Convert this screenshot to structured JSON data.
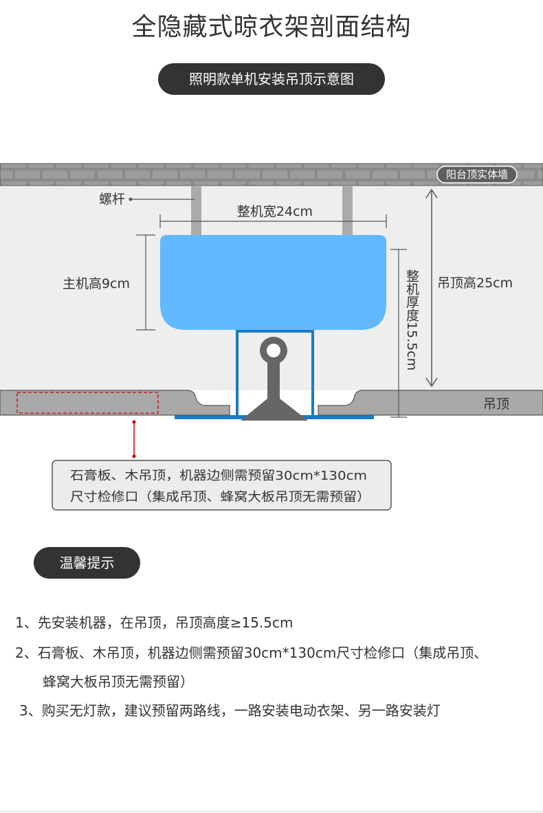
{
  "page": {
    "title": "全隐藏式晾衣架剖面结构",
    "subtitle": "照明款单机安装吊顶示意图"
  },
  "diagram": {
    "wall_label": "阳台顶实体墙",
    "screw_label": "螺杆",
    "width_label": "整机宽24cm",
    "height_label": "主机高9cm",
    "thickness_label": "整机厚度15.5cm",
    "ceiling_height_label": "吊顶高25cm",
    "ceiling_label": "吊顶",
    "callout_line1": "石膏板、木吊顶，机器边侧需预留30cm*130cm",
    "callout_line2": "尺寸检修口（集成吊顶、蜂窝大板吊顶无需预留）",
    "colors": {
      "unit": "#62b8ff",
      "frame": "#1a7cc4",
      "wall": "#8a8a8a",
      "ceiling": "#a9a9a9",
      "callout": "#cc0000"
    }
  },
  "tips": {
    "heading": "温馨提示",
    "items": [
      "1、先安装机器，在吊顶，吊顶高度≥15.5cm",
      "2、石膏板、木吊顶，机器边侧需预留30cm*130cm尺寸检修口（集成吊顶、",
      "蜂窝大板吊顶无需预留）",
      "3、购买无灯款，建议预留两路线，一路安装电动衣架、另一路安装灯"
    ]
  }
}
